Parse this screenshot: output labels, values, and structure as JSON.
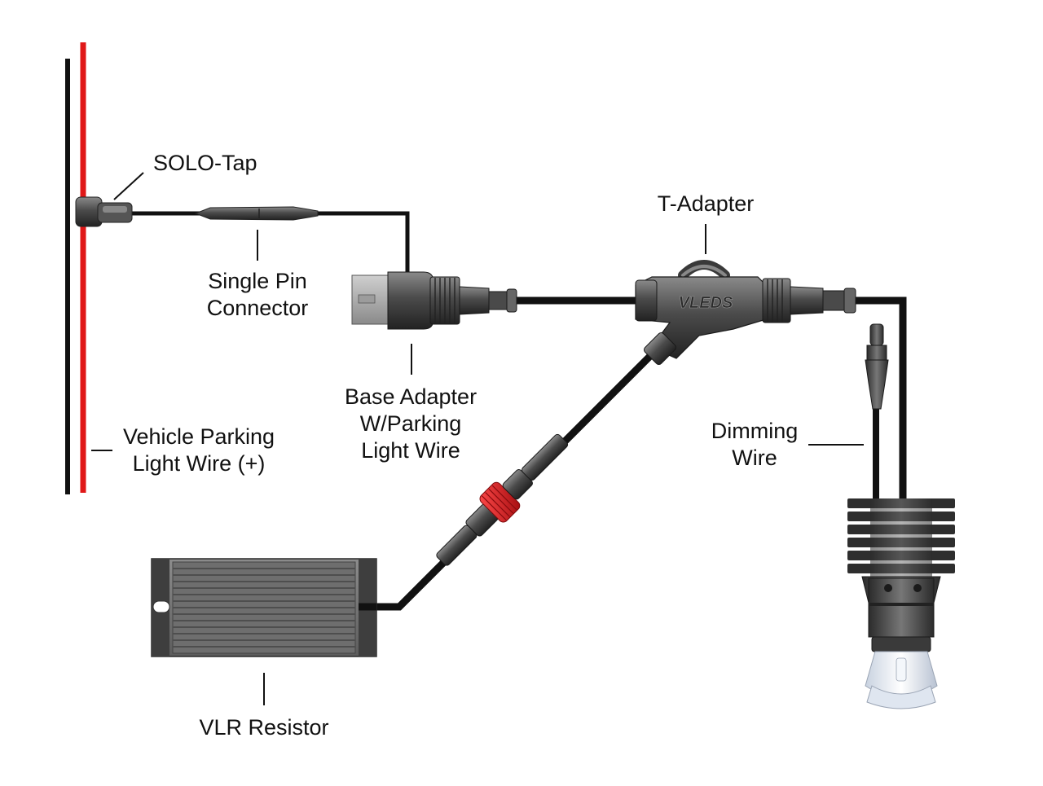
{
  "labels": {
    "solo_tap": "SOLO-Tap",
    "single_pin": [
      "Single Pin",
      "Connector"
    ],
    "base_adapter": [
      "Base Adapter",
      "W/Parking",
      "Light Wire"
    ],
    "t_adapter": "T-Adapter",
    "vehicle_wire": [
      "Vehicle Parking",
      "Light Wire (+)"
    ],
    "dimming_wire": [
      "Dimming",
      "Wire"
    ],
    "vlr_resistor": "VLR Resistor"
  },
  "logo_text": "VLEDS",
  "colors": {
    "background": "#ffffff",
    "wire_black": "#111111",
    "wire_red": "#e01818",
    "connector_gray": "#4a4a4a",
    "red_collar": "#d8161c",
    "resistor_gray": "#7a7a7a",
    "bulb_lens": "#e8eef6"
  }
}
